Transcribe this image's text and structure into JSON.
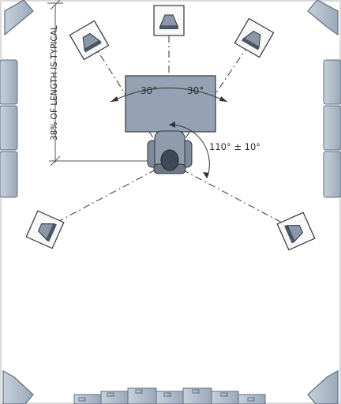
{
  "labels": {
    "length_note": "38% OF LENGTH IS TYPICAL",
    "left_angle": "30°",
    "right_angle": "30°",
    "surround_angle": "110° ± 10°"
  },
  "colors": {
    "speaker_face": "#8a97a7",
    "speaker_box": "#f6f8fa",
    "panel_fill": "#a9b6c6",
    "panel_edge": "#5f6e80",
    "screen_fill": "#94a2b3",
    "chair_fill": "#7d8a9b",
    "head_fill": "#3f4a58",
    "line": "#3b3b3b"
  },
  "icons": {
    "speaker": "speaker-icon",
    "chair": "listener-chair-icon",
    "screen": "tv-screen-icon"
  }
}
